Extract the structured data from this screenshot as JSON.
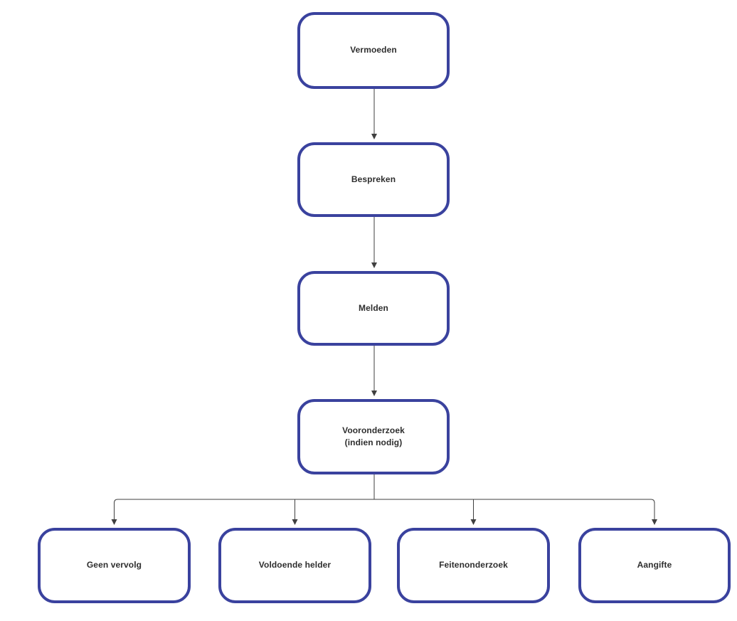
{
  "diagram": {
    "type": "flowchart",
    "nodes": [
      {
        "id": "vermoeden",
        "label": "Vermoeden"
      },
      {
        "id": "bespreken",
        "label": "Bespreken"
      },
      {
        "id": "melden",
        "label": "Melden"
      },
      {
        "id": "vooronderzoek",
        "label": "Vooronderzoek\n(indien nodig)"
      },
      {
        "id": "geen-vervolg",
        "label": "Geen vervolg"
      },
      {
        "id": "voldoende-helder",
        "label": "Voldoende helder"
      },
      {
        "id": "feitenonderzoek",
        "label": "Feitenonderzoek"
      },
      {
        "id": "aangifte",
        "label": "Aangifte"
      }
    ],
    "edges": [
      {
        "from": "vermoeden",
        "to": "bespreken"
      },
      {
        "from": "bespreken",
        "to": "melden"
      },
      {
        "from": "melden",
        "to": "vooronderzoek"
      },
      {
        "from": "vooronderzoek",
        "to": "geen-vervolg"
      },
      {
        "from": "vooronderzoek",
        "to": "voldoende-helder"
      },
      {
        "from": "vooronderzoek",
        "to": "feitenonderzoek"
      },
      {
        "from": "vooronderzoek",
        "to": "aangifte"
      }
    ],
    "colors": {
      "node_border": "#3a429e",
      "node_fill": "#ffffff",
      "connector": "#3f3f3f",
      "label_text": "#2e2e2e",
      "background": "#ffffff"
    }
  }
}
